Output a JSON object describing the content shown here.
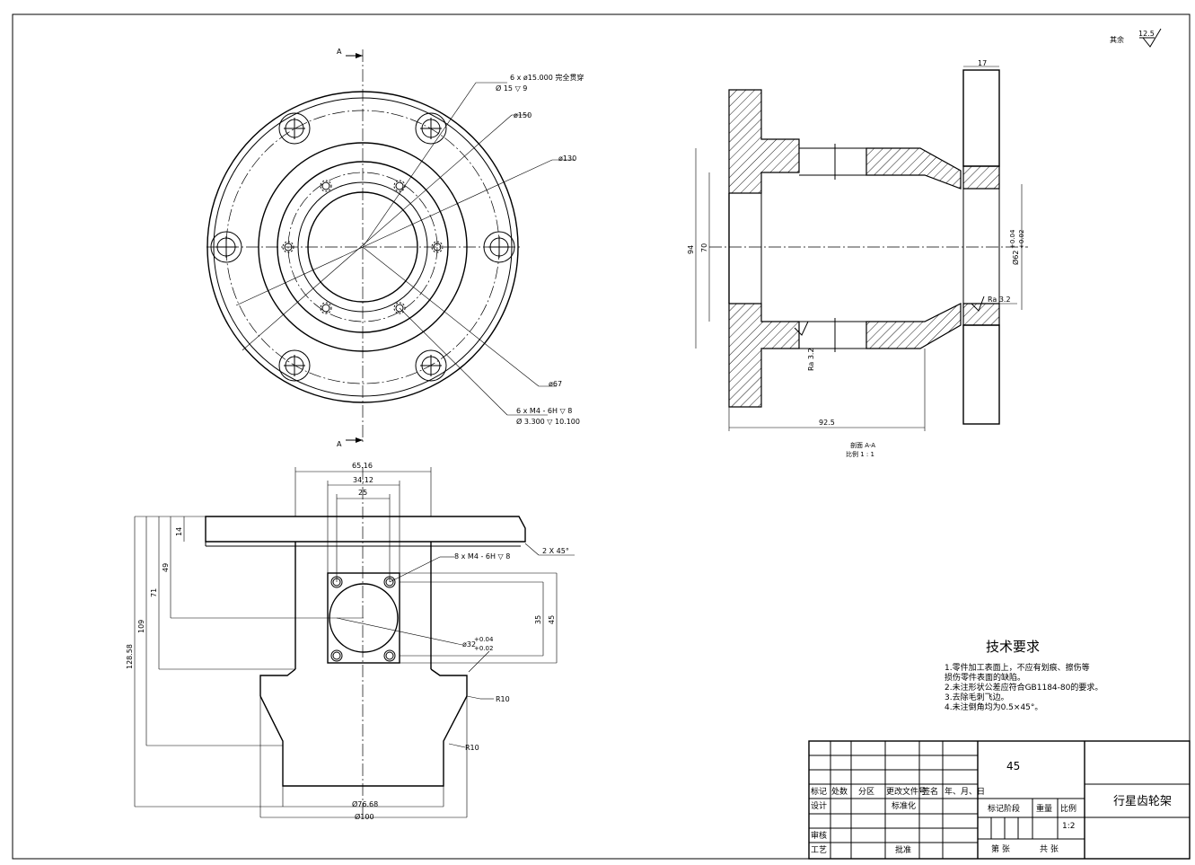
{
  "roughness": {
    "other_label": "其余",
    "value": "12.5"
  },
  "top_view": {
    "section_mark": "A",
    "holes_callout_line1": "6 x ø15.000 完全贯穿",
    "holes_callout_line2": "Ø 15 ▽ 9",
    "dia_150": "ø150",
    "dia_130": "ø130",
    "dia_67": "ø67",
    "thread_callout_line1": "6 x  M4 - 6H ▽ 8",
    "thread_callout_line2": "Ø 3.300 ▽ 10.100"
  },
  "section_view": {
    "dim_17": "17",
    "dim_94": "94",
    "dim_70": "70",
    "dim_62": "Ø62",
    "tol_upper": "+0.04",
    "tol_lower": "+0.02",
    "ra_right": "Ra  3.2",
    "ra_left": "Ra  3.2",
    "dim_92_5": "92.5",
    "title": "剖面 A-A",
    "scale": "比例 1 : 1"
  },
  "front_view": {
    "dim_65_16": "65.16",
    "dim_34_12": "34.12",
    "dim_25": "25",
    "dim_14": "14",
    "dim_49": "49",
    "dim_71": "71",
    "dim_109": "109",
    "dim_128_58": "128.58",
    "chamfer": "2 X 45°",
    "thread_callout": "8 x  M4 - 6H ▽ 8",
    "dim_35": "35",
    "dim_45": "45",
    "dia_32": "ø32",
    "tol_upper": "+0.04",
    "tol_lower": "+0.02",
    "r10_a": "R10",
    "r10_b": "R10",
    "dia_76_68": "Ø76.68",
    "dia_100": "Ø100"
  },
  "tech_req": {
    "title": "技术要求",
    "items": [
      "1.零件加工表面上，不应有划痕、擦伤等",
      "   损伤零件表面的缺陷。",
      "2.未注形状公差应符合GB1184-80的要求。",
      "3.去除毛刺飞边。",
      "4.未注倒角均为0.5×45°。"
    ]
  },
  "title_block": {
    "material": "45",
    "part_name": "行星齿轮架",
    "h_mark": "标记",
    "h_count": "处数",
    "h_zone": "分区",
    "h_change_doc": "更改文件号",
    "h_sign": "签名",
    "h_date": "年、月、日",
    "r_design": "设计",
    "r_standard": "标准化",
    "r_review": "审核",
    "r_process": "工艺",
    "r_approve": "批准",
    "stage": "标记阶段",
    "weight": "重量",
    "scale_label": "比例",
    "scale_value": "1:2",
    "sheet_no": "第  张",
    "sheet_total": "共  张"
  }
}
